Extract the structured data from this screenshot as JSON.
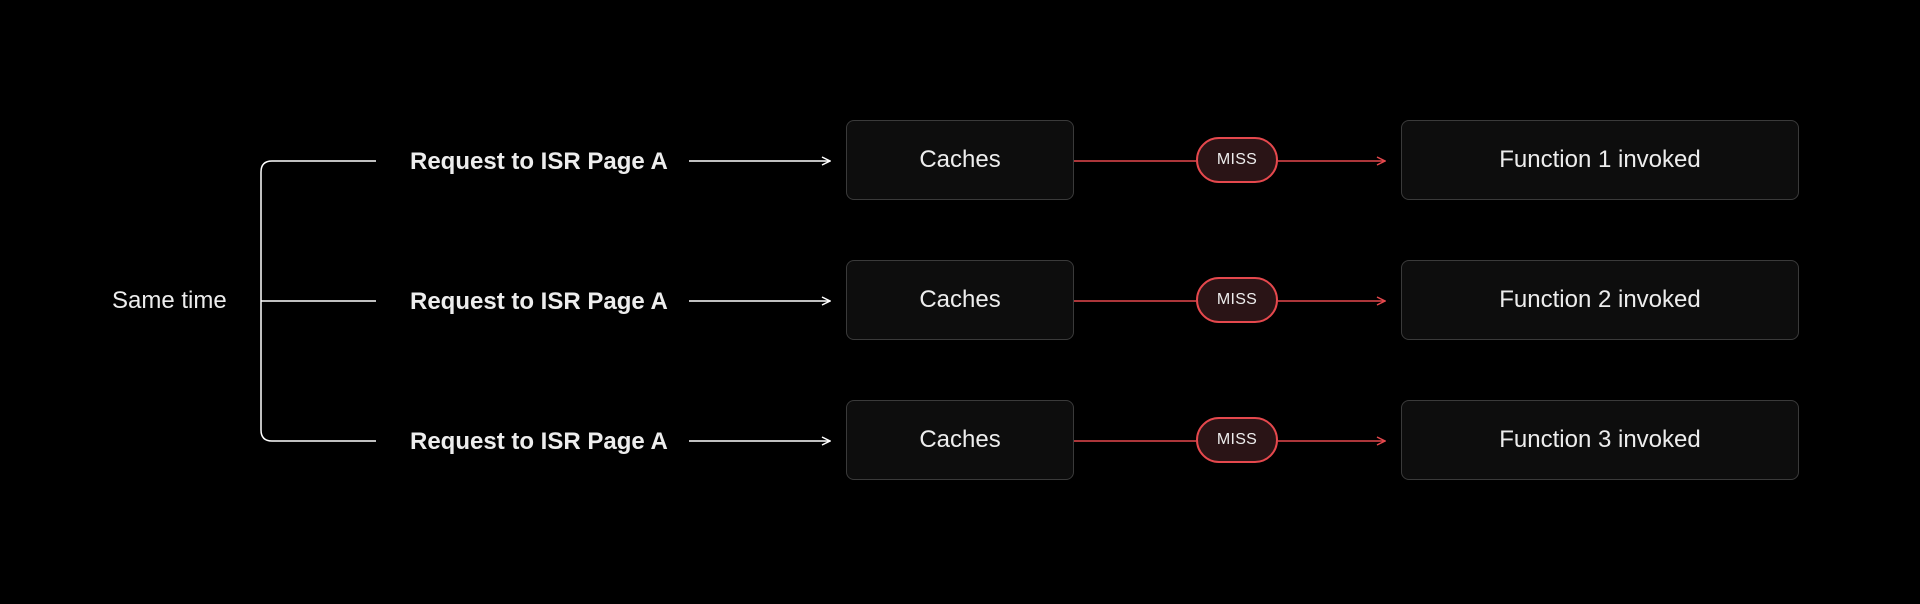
{
  "colors": {
    "background": "#000000",
    "line": "#ffffff",
    "miss_accent": "#e5484d",
    "box_border": "#3a3a3a",
    "box_fill": "#0d0d0d"
  },
  "group_label": "Same time",
  "rows": [
    {
      "request": "Request to ISR Page A",
      "cache": "Caches",
      "status": "MISS",
      "result": "Function 1 invoked"
    },
    {
      "request": "Request to ISR Page A",
      "cache": "Caches",
      "status": "MISS",
      "result": "Function 2 invoked"
    },
    {
      "request": "Request to ISR Page A",
      "cache": "Caches",
      "status": "MISS",
      "result": "Function 3 invoked"
    }
  ]
}
